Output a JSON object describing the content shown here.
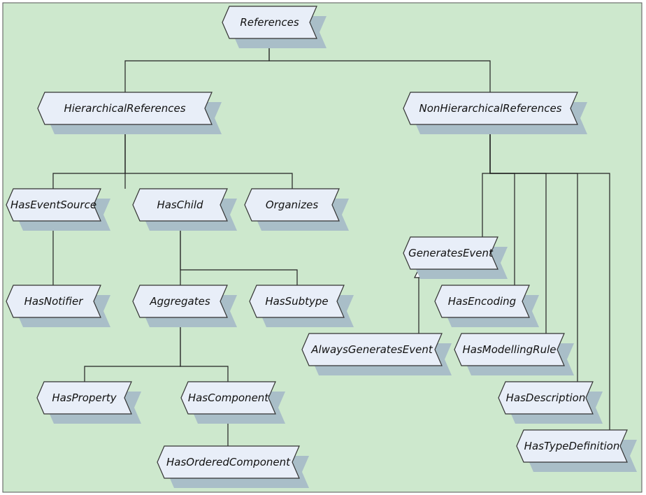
{
  "diagram": {
    "background": "#cde8cd",
    "node_fill": "#e8eef8",
    "shadow_color": "#a9bec8",
    "nodes": [
      {
        "id": "references",
        "label": "References"
      },
      {
        "id": "hierarchical",
        "label": "HierarchicalReferences"
      },
      {
        "id": "nonhierarchical",
        "label": "NonHierarchicalReferences"
      },
      {
        "id": "haseventsource",
        "label": "HasEventSource"
      },
      {
        "id": "haschild",
        "label": "HasChild"
      },
      {
        "id": "organizes",
        "label": "Organizes"
      },
      {
        "id": "hasnotifier",
        "label": "HasNotifier"
      },
      {
        "id": "aggregates",
        "label": "Aggregates"
      },
      {
        "id": "hassubtype",
        "label": "HasSubtype"
      },
      {
        "id": "hasproperty",
        "label": "HasProperty"
      },
      {
        "id": "hascomponent",
        "label": "HasComponent"
      },
      {
        "id": "hasorderedcomponent",
        "label": "HasOrderedComponent"
      },
      {
        "id": "generatesevent",
        "label": "GeneratesEvent"
      },
      {
        "id": "alwaysgeneratesevent",
        "label": "AlwaysGeneratesEvent"
      },
      {
        "id": "hasencoding",
        "label": "HasEncoding"
      },
      {
        "id": "hasmodellingrule",
        "label": "HasModellingRule"
      },
      {
        "id": "hasdescription",
        "label": "HasDescription"
      },
      {
        "id": "hastypedefinition",
        "label": "HasTypeDefinition"
      }
    ],
    "edges": [
      {
        "from": "hierarchical",
        "to": "references"
      },
      {
        "from": "nonhierarchical",
        "to": "references"
      },
      {
        "from": "haseventsource",
        "to": "hierarchical"
      },
      {
        "from": "haschild",
        "to": "hierarchical"
      },
      {
        "from": "organizes",
        "to": "hierarchical"
      },
      {
        "from": "hasnotifier",
        "to": "haseventsource"
      },
      {
        "from": "aggregates",
        "to": "haschild"
      },
      {
        "from": "hassubtype",
        "to": "haschild"
      },
      {
        "from": "hasproperty",
        "to": "aggregates"
      },
      {
        "from": "hascomponent",
        "to": "aggregates"
      },
      {
        "from": "hasorderedcomponent",
        "to": "hascomponent"
      },
      {
        "from": "generatesevent",
        "to": "nonhierarchical"
      },
      {
        "from": "hasencoding",
        "to": "nonhierarchical"
      },
      {
        "from": "hasmodellingrule",
        "to": "nonhierarchical"
      },
      {
        "from": "hasdescription",
        "to": "nonhierarchical"
      },
      {
        "from": "hastypedefinition",
        "to": "nonhierarchical"
      },
      {
        "from": "alwaysgeneratesevent",
        "to": "generatesevent"
      }
    ]
  }
}
